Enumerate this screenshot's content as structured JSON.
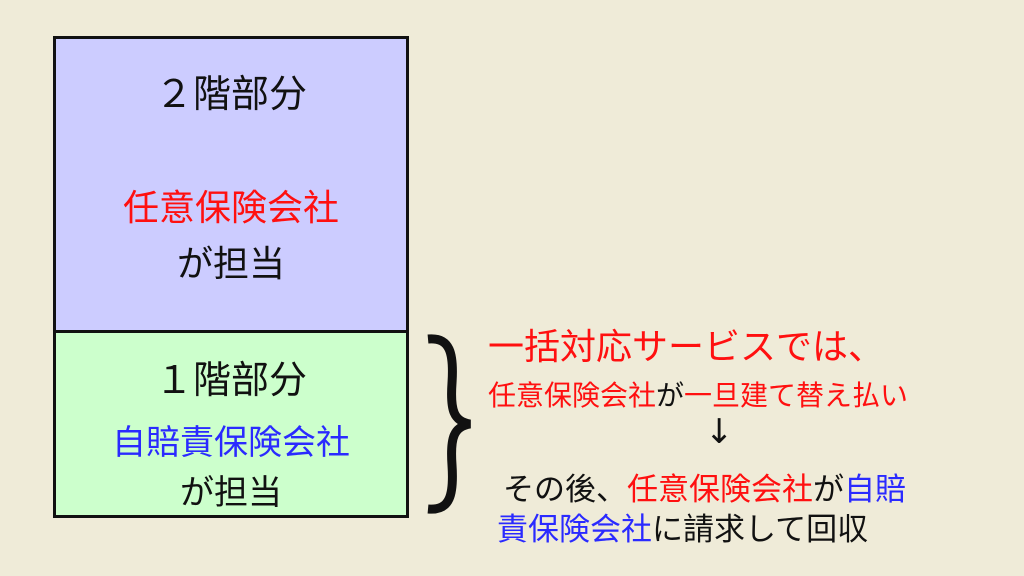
{
  "upper_box": {
    "title": "２階部分",
    "insurer": "任意保険会社",
    "suffix": "が担当"
  },
  "lower_box": {
    "title": "１階部分",
    "insurer": "自賠責保険会社",
    "suffix": "が担当"
  },
  "explanation": {
    "line1": "一括対応サービスでは、",
    "line2_red": "任意保険会社",
    "line2_black": "が",
    "line2_red2": "一旦建て替え払い",
    "arrow": "↓",
    "line3_black": "その後、",
    "line3_red": "任意保険会社",
    "line3_black2": "が",
    "line3_blue": "自賠",
    "line4_blue": "責保険会社",
    "line4_black": "に請求して回収"
  },
  "colors": {
    "background": "#efebd8",
    "upper": "#ccccff",
    "lower": "#ccffcc",
    "red": "#ff1010",
    "blue": "#2a2aff"
  }
}
